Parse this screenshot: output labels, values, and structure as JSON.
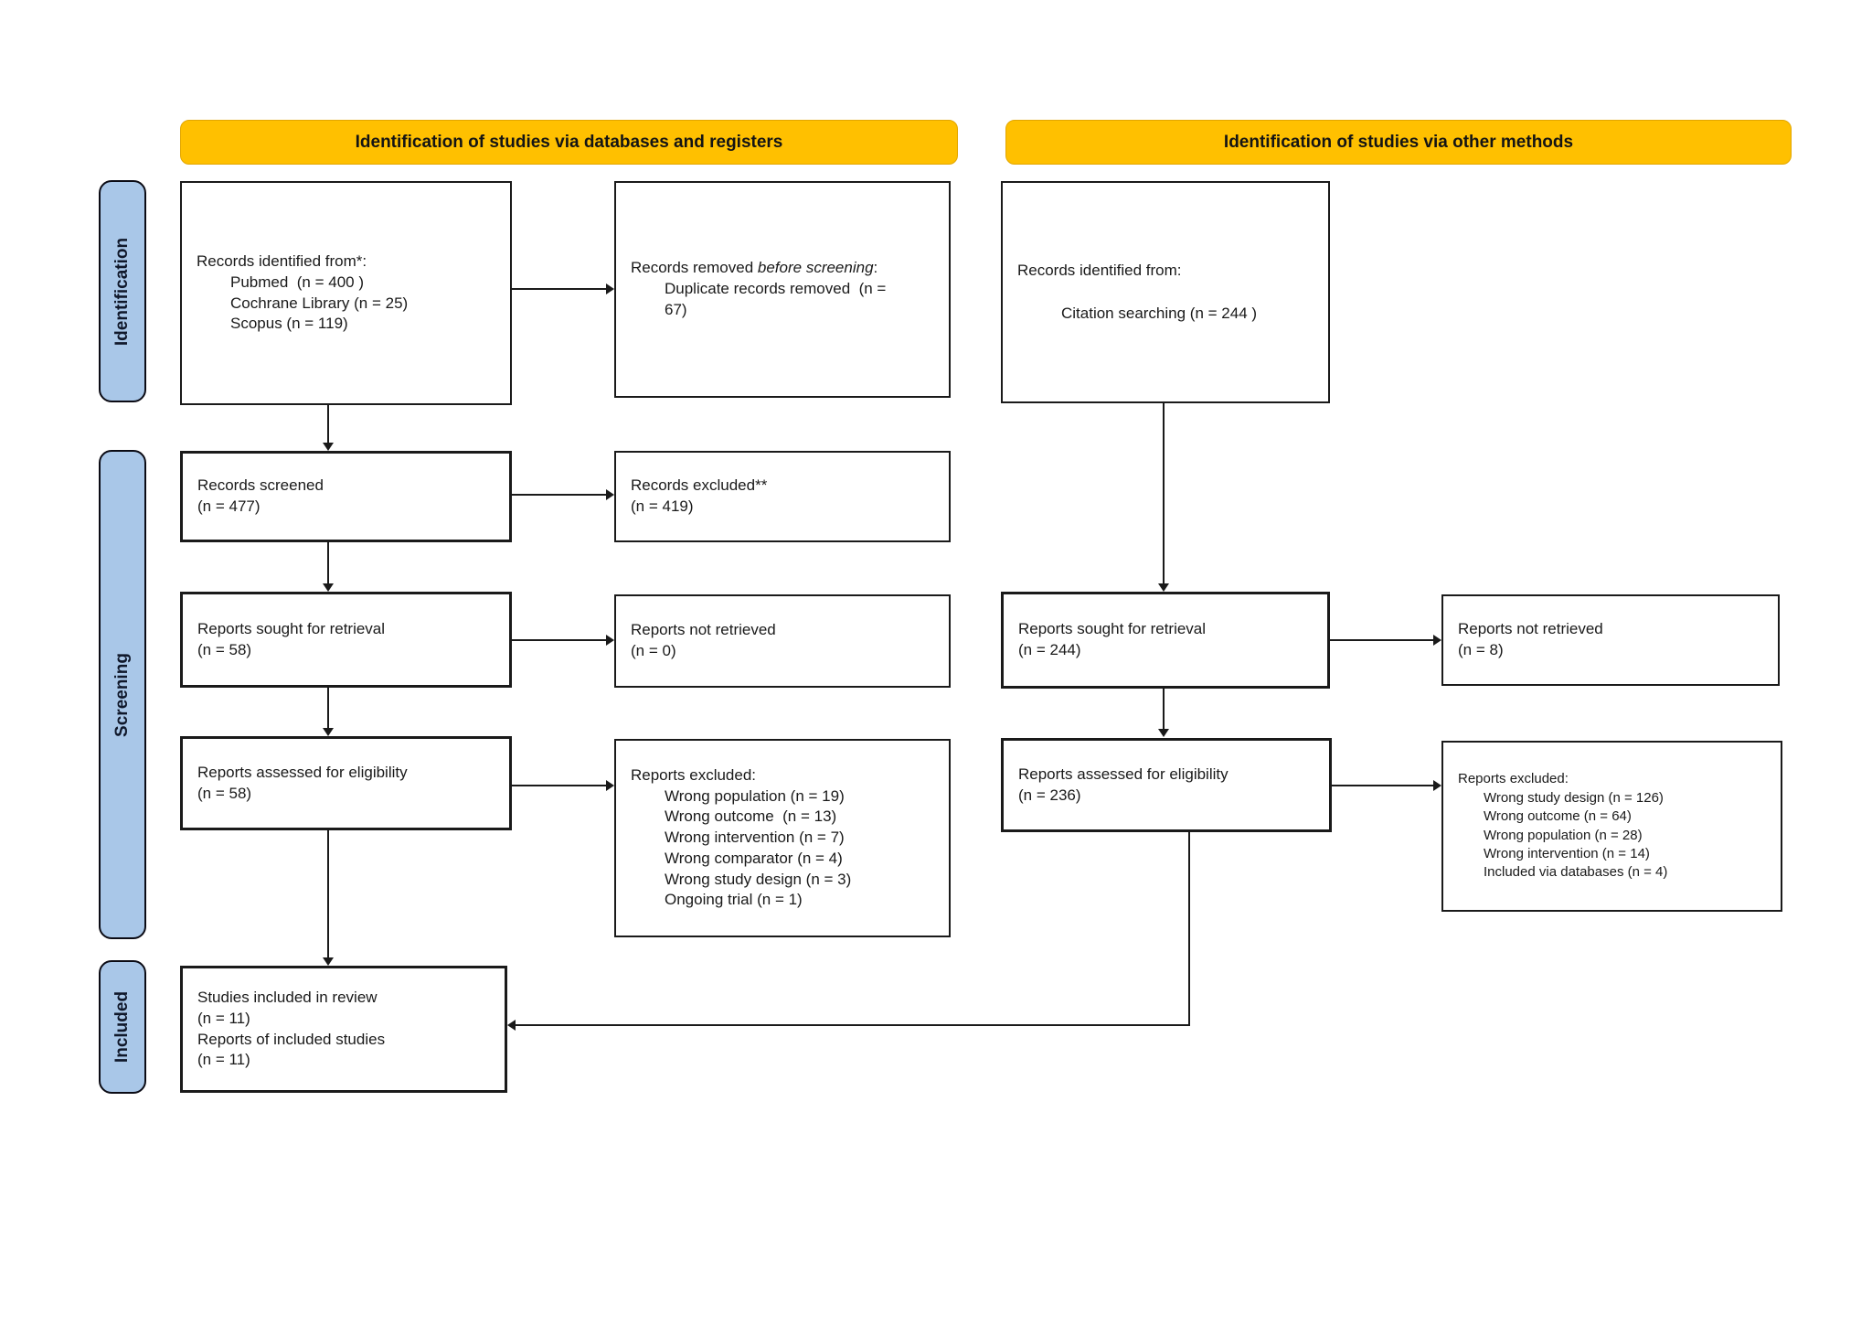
{
  "title": "PRISMA flow diagram",
  "colors": {
    "banner": "#FFC000",
    "stage_fill": "#A9C7E8",
    "line": "#1A1A1A"
  },
  "banners": {
    "databases": "Identification of studies via databases and registers",
    "other": "Identification of studies via other methods"
  },
  "stages": {
    "identification": "Identification",
    "screening": "Screening",
    "included": "Included"
  },
  "boxes": {
    "records_identified_databases": {
      "title": "Records identified from*:",
      "items": [
        "Pubmed  (n = 400 )",
        "Cochrane Library (n = 25)",
        "Scopus (n = 119)"
      ]
    },
    "records_removed": {
      "title_prefix": "Records removed ",
      "title_italic": "before screening",
      "title_suffix": ":",
      "items": [
        "Duplicate records removed  (n = 67)"
      ]
    },
    "records_screened": {
      "lines": [
        "Records screened",
        "(n = 477)"
      ]
    },
    "records_excluded": {
      "lines": [
        "Records excluded**",
        "(n = 419)"
      ]
    },
    "reports_sought_db": {
      "lines": [
        "Reports sought for retrieval",
        "(n = 58)"
      ]
    },
    "reports_not_retrieved_db": {
      "lines": [
        "Reports not retrieved",
        "(n = 0)"
      ]
    },
    "reports_assessed_db": {
      "lines": [
        "Reports assessed for eligibility",
        "(n = 58)"
      ]
    },
    "reports_excluded_db": {
      "title": "Reports excluded:",
      "items": [
        "Wrong population (n = 19)",
        "Wrong outcome  (n = 13)",
        "Wrong intervention (n = 7)",
        "Wrong comparator (n = 4)",
        "Wrong study design (n = 3)",
        "Ongoing trial (n = 1)"
      ]
    },
    "studies_included": {
      "lines": [
        "Studies included in review",
        "(n = 11)",
        "Reports of included studies",
        "(n = 11)"
      ]
    },
    "records_identified_other": {
      "title": "Records identified from:",
      "items": [
        "Citation searching (n = 244 )"
      ]
    },
    "reports_sought_other": {
      "lines": [
        "Reports sought for retrieval",
        "(n = 244)"
      ]
    },
    "reports_not_retrieved_other": {
      "lines": [
        "Reports not retrieved",
        "(n = 8)"
      ]
    },
    "reports_assessed_other": {
      "lines": [
        "Reports assessed for eligibility",
        "(n = 236)"
      ]
    },
    "reports_excluded_other": {
      "title": "Reports excluded:",
      "items": [
        "Wrong study design (n = 126)",
        "Wrong outcome (n = 64)",
        "Wrong population (n = 28)",
        "Wrong intervention (n = 14)",
        "Included via databases (n = 4)"
      ]
    }
  }
}
